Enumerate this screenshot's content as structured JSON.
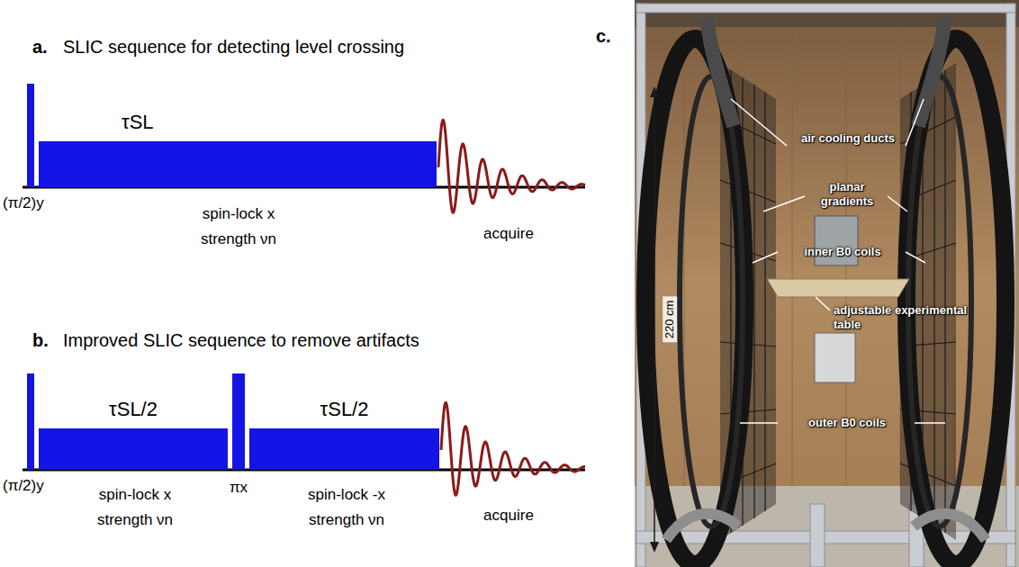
{
  "diagram": {
    "nodes": [
      {
        "text": [
          "τSL"
        ]
      },
      {
        "text": [
          "τSL/2"
        ]
      },
      {
        "text": [
          "τSL/2"
        ]
      }
    ],
    "labels": [
      "a.",
      "SLIC sequence for detecting level crossing",
      "(π/2)y",
      "spin-lock x",
      "strength νn",
      "acquire",
      "b.",
      "Improved SLIC sequence to remove artifacts",
      "(π/2)y",
      "spin-lock x",
      "strength νn",
      "πx",
      "spin-lock -x",
      "strength νn",
      "acquire",
      "c.",
      "air cooling ducts",
      "planar gradients",
      "inner B0 coils",
      "adjustable experimental table",
      "outer B0 coils",
      "220 cm"
    ]
  }
}
